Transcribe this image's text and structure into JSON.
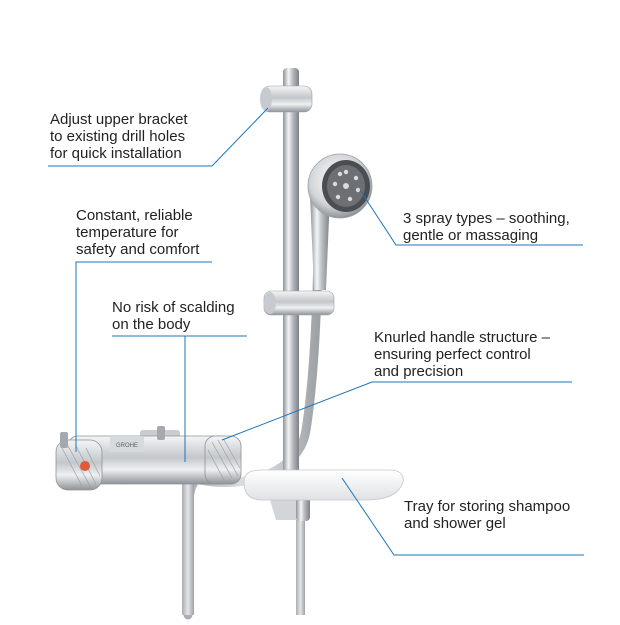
{
  "callouts": {
    "bracket": {
      "lines": [
        "Adjust upper bracket",
        "to existing drill holes",
        "for quick installation"
      ]
    },
    "spray": {
      "lines": [
        "3 spray types – soothing,",
        "gentle or massaging"
      ]
    },
    "temperature": {
      "lines": [
        "Constant, reliable",
        "temperature for",
        "safety and comfort"
      ]
    },
    "scalding": {
      "lines": [
        "No risk of scalding",
        "on the body"
      ]
    },
    "knurled": {
      "lines": [
        "Knurled handle structure –",
        "ensuring perfect control",
        "and precision"
      ]
    },
    "tray": {
      "lines": [
        "Tray for storing shampoo",
        "and shower gel"
      ]
    }
  },
  "product": {
    "logo_text": "GROHE"
  },
  "colors": {
    "leader_line": "#1d74b8",
    "chrome_dark": "#8e9398",
    "chrome_light": "#f4f5f6",
    "hose": "#c9cccf",
    "tray": "#f2f3f4"
  }
}
